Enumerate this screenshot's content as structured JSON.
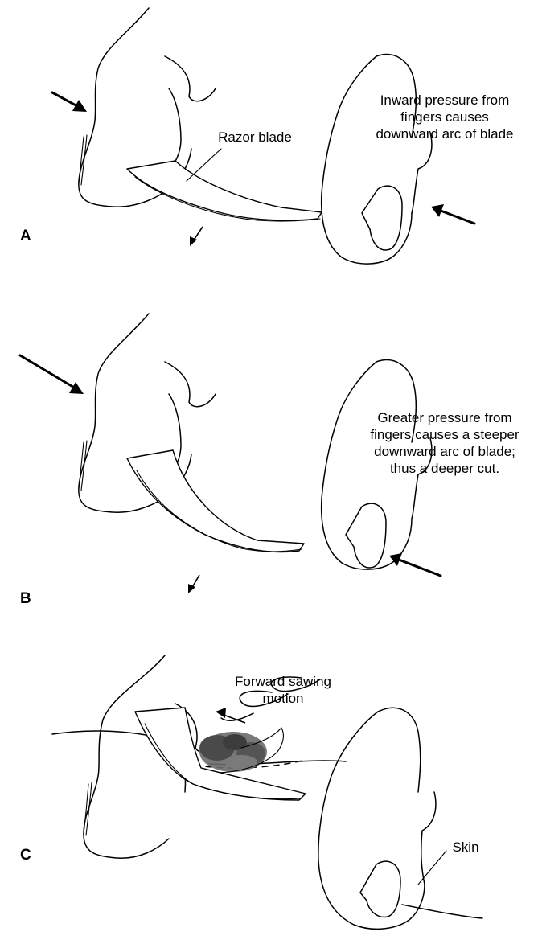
{
  "panels": [
    {
      "letter": "A",
      "labels": {
        "razor": "Razor blade",
        "pressure": [
          "Inward pressure from",
          "fingers causes",
          "downward arc of blade"
        ]
      }
    },
    {
      "letter": "B",
      "labels": {
        "pressure": [
          "Greater pressure from",
          "fingers causes a steeper",
          "downward arc of blade;",
          "thus a deeper cut."
        ]
      }
    },
    {
      "letter": "C",
      "labels": {
        "motion": [
          "Forward sawing",
          "motion"
        ],
        "skin": "Skin"
      }
    }
  ]
}
